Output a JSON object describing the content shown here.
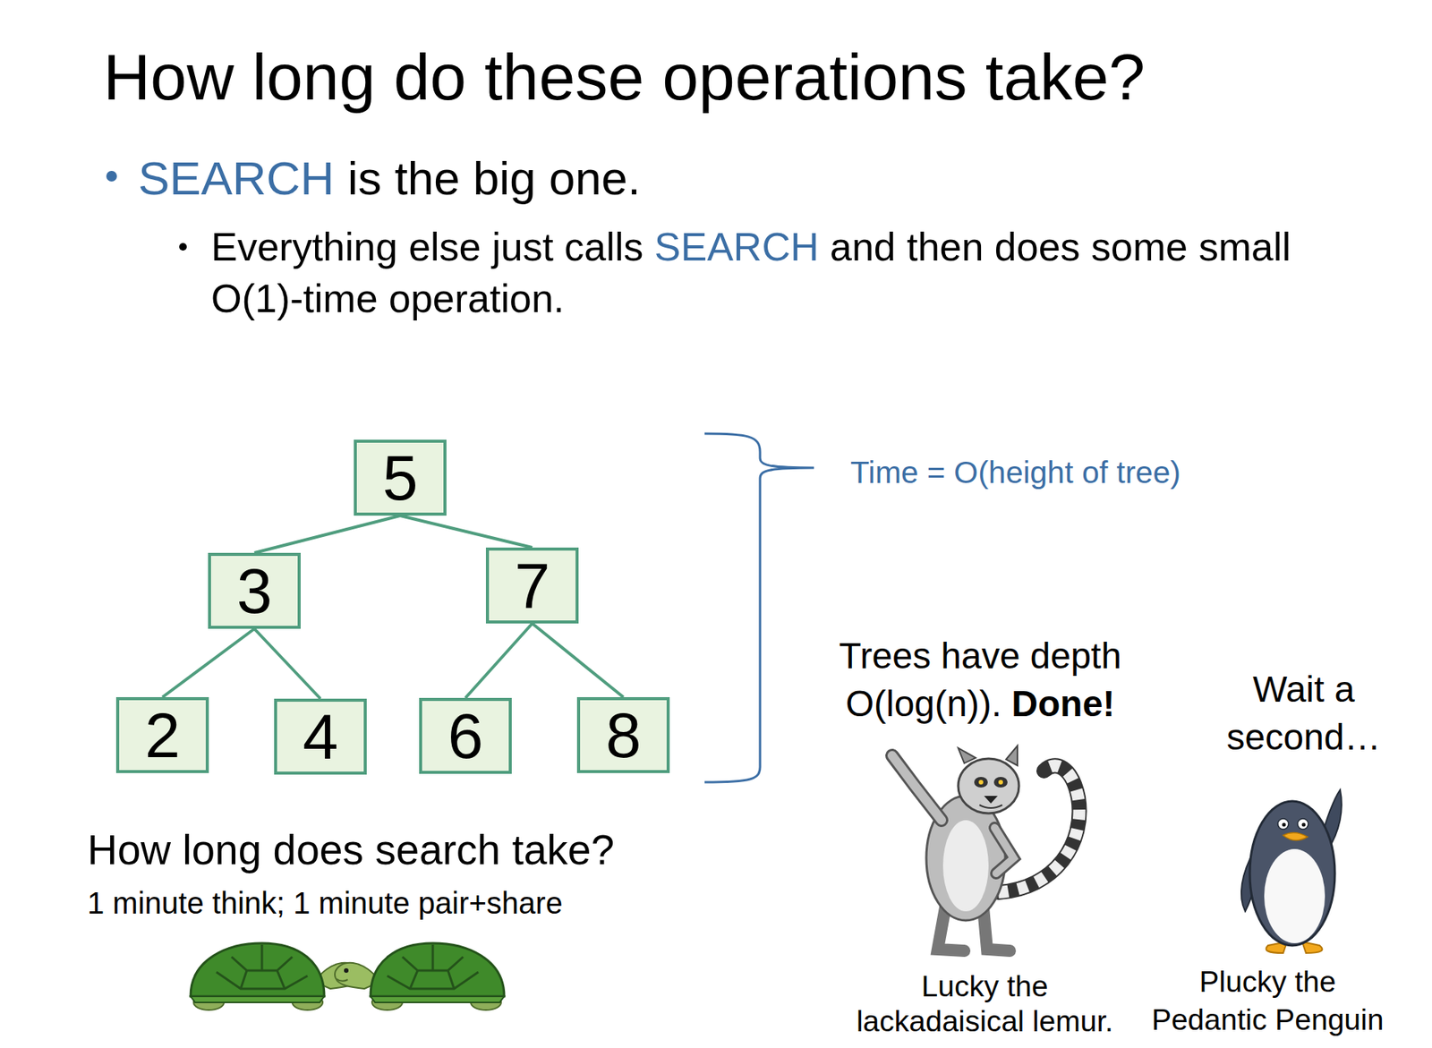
{
  "diagram": {
    "title": "How long do these operations take?",
    "nodes": [
      {
        "text": [
          "5"
        ]
      },
      {
        "text": [
          "3"
        ]
      },
      {
        "text": [
          "7"
        ]
      },
      {
        "text": [
          "2"
        ]
      },
      {
        "text": [
          "4"
        ]
      },
      {
        "text": [
          "6"
        ]
      },
      {
        "text": [
          "8"
        ]
      }
    ],
    "edges": [
      {
        "from": 0,
        "to": 1,
        "arrow": "none"
      },
      {
        "from": 0,
        "to": 2,
        "arrow": "none"
      },
      {
        "from": 1,
        "to": 3,
        "arrow": "none"
      },
      {
        "from": 1,
        "to": 4,
        "arrow": "none"
      },
      {
        "from": 2,
        "to": 5,
        "arrow": "none"
      },
      {
        "from": 2,
        "to": 6,
        "arrow": "none"
      }
    ],
    "labels": [
      "SEARCH",
      "is the big one.",
      "Everything else just calls",
      "SEARCH",
      "and then does some small O(1)-time operation.",
      "Time = O(height of tree)",
      "How long does search take?",
      "1 minute think; 1 minute pair+share",
      "Trees have depth",
      "O(log(n)).",
      "Done!",
      "Wait a second…",
      "Lucky the lackadaisical lemur.",
      "Plucky the Pedantic Penguin"
    ]
  }
}
